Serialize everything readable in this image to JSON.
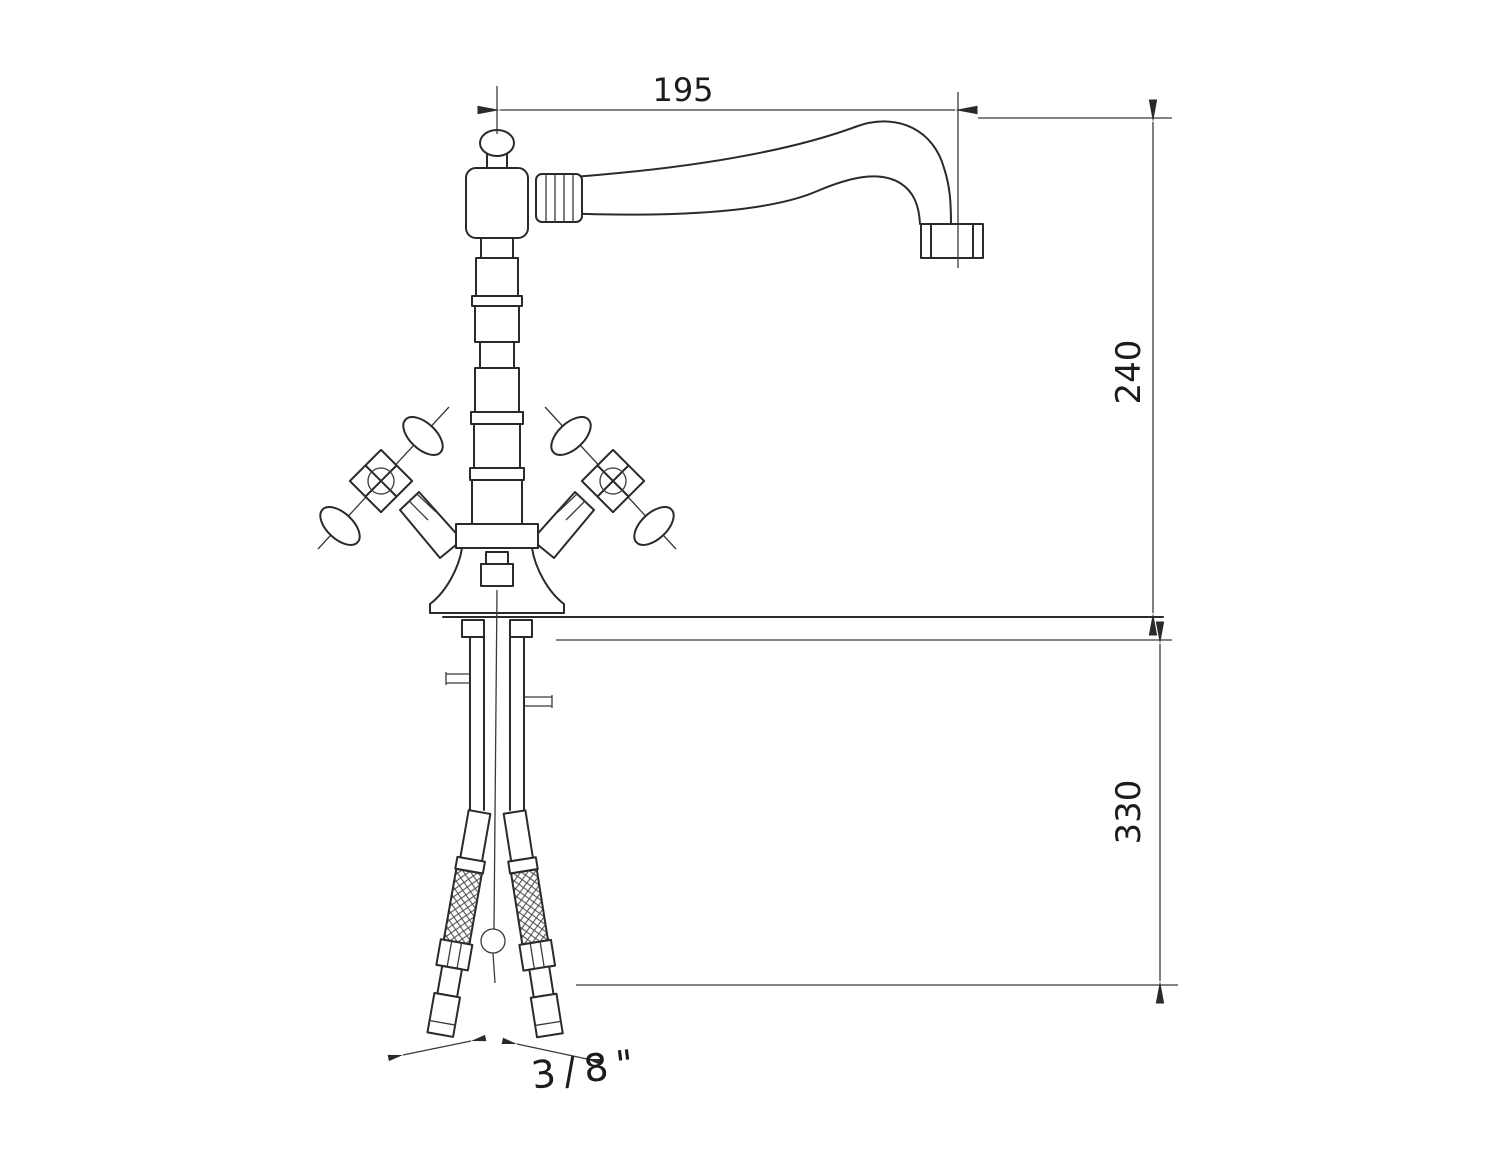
{
  "page": {
    "background_color": "#ffffff",
    "ink_color": "#2a2a2a"
  },
  "drawing": {
    "dimensions": {
      "spout_reach": "195",
      "height_above_deck": "240",
      "depth_below_deck": "330",
      "supply_connection": "3/8\""
    }
  }
}
